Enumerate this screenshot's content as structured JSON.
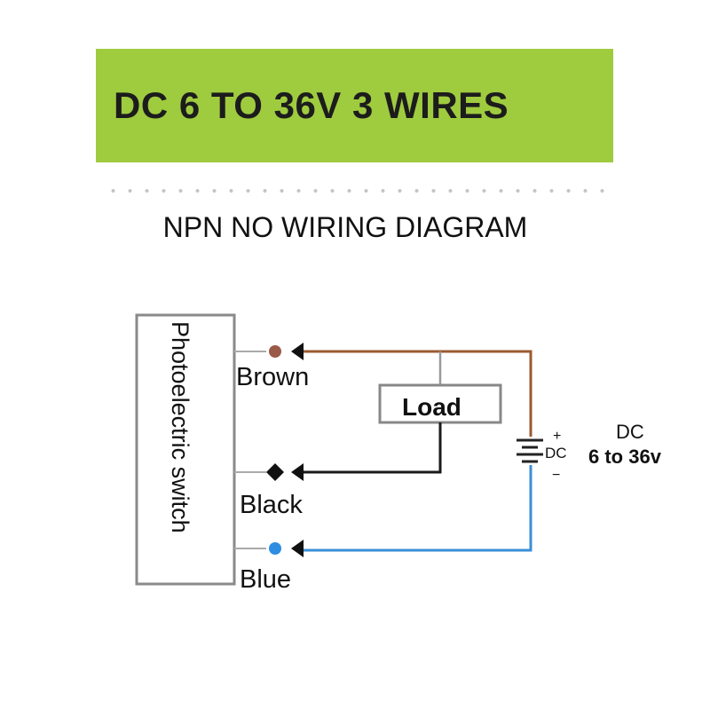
{
  "header": {
    "title": "DC 6 TO 36V 3 WIRES"
  },
  "subtitle": "NPN NO WIRING DIAGRAM",
  "diagram": {
    "device_label": "Photoelectric switch",
    "wires": {
      "brown": "Brown",
      "black": "Black",
      "blue": "Blue"
    },
    "load_label": "Load",
    "supply": {
      "symbol_text": "DC",
      "plus": "+",
      "minus": "−",
      "label_line1": "DC",
      "label_line2": "6 to 36v"
    }
  },
  "colors": {
    "banner": "#9fcb3f",
    "brown_wire": "#9a5a30",
    "black_wire": "#1a1a1a",
    "blue_wire": "#3a8fd8"
  }
}
